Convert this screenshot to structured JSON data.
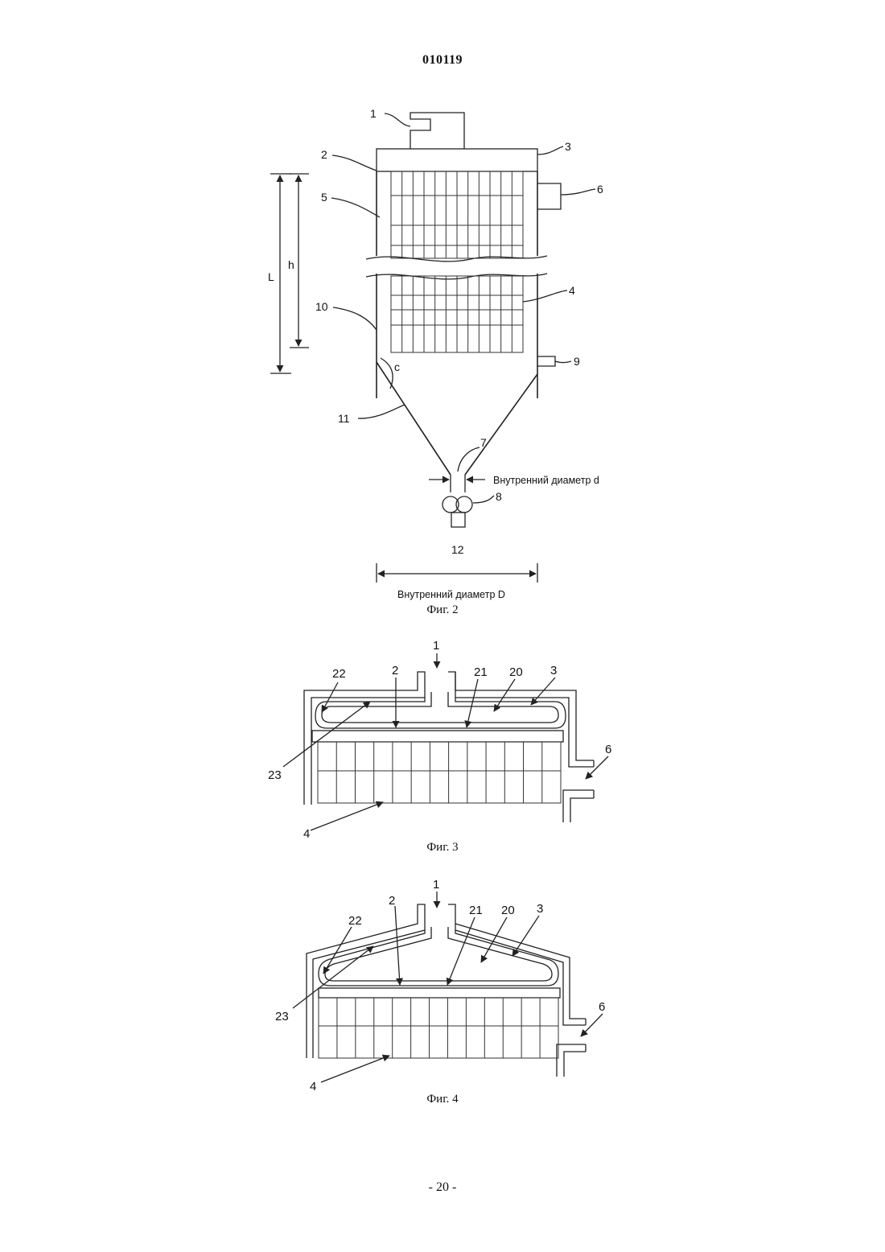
{
  "header": {
    "doc_number": "010119"
  },
  "figure2": {
    "caption": "Фиг. 2",
    "labels": {
      "l1": "1",
      "l2": "2",
      "l3": "3",
      "l4": "4",
      "l5": "5",
      "l6": "6",
      "l7": "7",
      "l8": "8",
      "l9": "9",
      "l10": "10",
      "l11": "11",
      "l12": "12",
      "L": "L",
      "h": "h",
      "c": "c"
    },
    "inner_d_label": "Внутренний диаметр d",
    "inner_D_label": "Внутренний диаметр D"
  },
  "figure3": {
    "caption": "Фиг. 3",
    "labels": {
      "l1": "1",
      "l2": "2",
      "l3": "3",
      "l4": "4",
      "l6": "6",
      "l20": "20",
      "l21": "21",
      "l22": "22",
      "l23": "23"
    }
  },
  "figure4": {
    "caption": "Фиг. 4",
    "labels": {
      "l1": "1",
      "l2": "2",
      "l3": "3",
      "l4": "4",
      "l6": "6",
      "l20": "20",
      "l21": "21",
      "l22": "22",
      "l23": "23"
    }
  },
  "footer": {
    "page_number": "- 20 -"
  }
}
